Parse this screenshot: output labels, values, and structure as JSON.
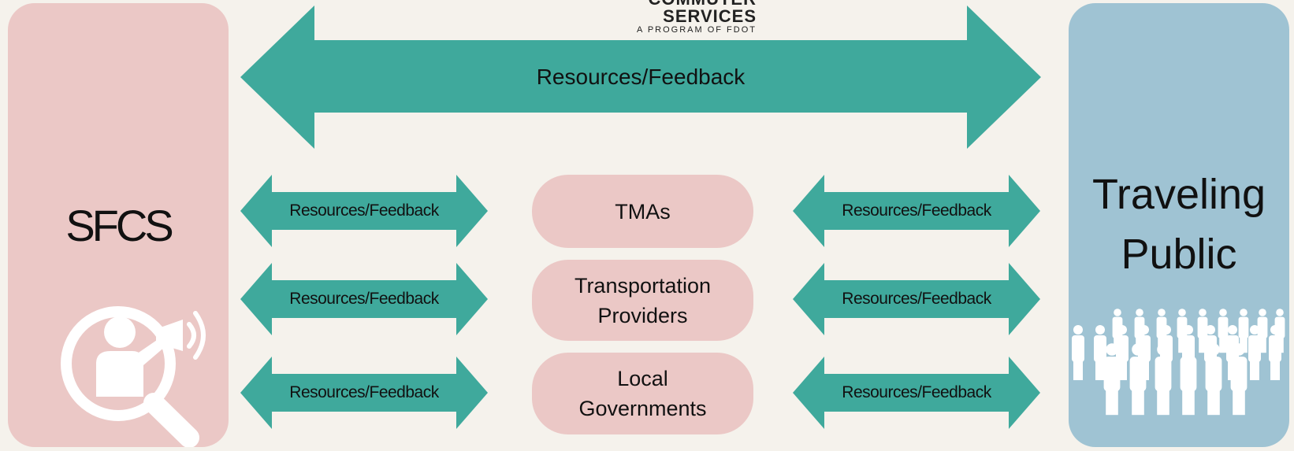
{
  "header": {
    "brand_name": "COMMUTER SERVICES",
    "brand_tagline": "A PROGRAM OF FDOT"
  },
  "left_panel": {
    "title": "SFCS",
    "icon": "megaphone-magnifier-icon",
    "color": "#ebc8c6"
  },
  "right_panel": {
    "title_line1": "Traveling",
    "title_line2": "Public",
    "icon": "crowd-icon",
    "color": "#9fc3d3"
  },
  "top_arrow": {
    "label": "Resources/Feedback",
    "color": "#3fa99c"
  },
  "rows": [
    {
      "left_label": "Resources/Feedback",
      "box_line1": "TMAs",
      "box_line2": "",
      "right_label": "Resources/Feedback"
    },
    {
      "left_label": "Resources/Feedback",
      "box_line1": "Transportation",
      "box_line2": "Providers",
      "right_label": "Resources/Feedback"
    },
    {
      "left_label": "Resources/Feedback",
      "box_line1": "Local",
      "box_line2": "Governments",
      "right_label": "Resources/Feedback"
    }
  ]
}
